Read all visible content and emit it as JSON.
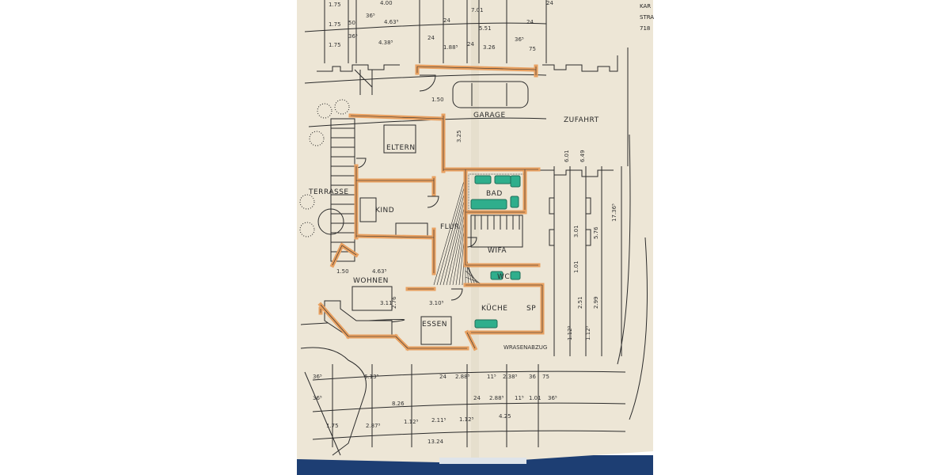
{
  "plan": {
    "rooms": [
      {
        "id": "garage",
        "label": "GARAGE"
      },
      {
        "id": "zufahrt",
        "label": "ZUFAHRT"
      },
      {
        "id": "eltern",
        "label": "ELTERN"
      },
      {
        "id": "bad",
        "label": "BAD"
      },
      {
        "id": "terrasse",
        "label": "TERRASSE"
      },
      {
        "id": "kind",
        "label": "KIND"
      },
      {
        "id": "flur",
        "label": "FLUR"
      },
      {
        "id": "wifa",
        "label": "WIFA"
      },
      {
        "id": "wc",
        "label": "WC"
      },
      {
        "id": "wohnen",
        "label": "WOHNEN"
      },
      {
        "id": "kueche",
        "label": "KÜCHE"
      },
      {
        "id": "sp",
        "label": "SP"
      },
      {
        "id": "essen",
        "label": "ESSEN"
      }
    ],
    "annotation": "WRASENABZUG",
    "header_fragments": [
      "KAR",
      "STRA",
      "718"
    ],
    "dimensions": [
      "1.75",
      "4.00",
      "7.01",
      "24",
      "1.75",
      "50",
      "36⁵",
      "4.63⁵",
      "24",
      "5.51",
      "24",
      "1.75",
      "36⁵",
      "4.38⁵",
      "24",
      "1.88⁵",
      "24",
      "3.26",
      "36⁵",
      "75",
      "1.50",
      "6.01",
      "6.49",
      "17.36⁵",
      "5.76",
      "3.01",
      "1.01",
      "2.51",
      "2.99",
      "1.12⁵",
      "1.12⁵",
      "3.25",
      "1.50",
      "4.63⁵",
      "3.10⁵",
      "3.11",
      "2.76",
      "36⁵",
      "6.13⁵",
      "24",
      "2.88⁵",
      "11⁵",
      "2.38⁵",
      "36",
      "75",
      "36⁵",
      "24",
      "2.88⁵",
      "11⁵",
      "1.01",
      "36⁵",
      "8.26",
      "1.75",
      "2.87⁵",
      "1.12⁵",
      "2.11⁵",
      "1.12⁵",
      "4.25",
      "13.24"
    ],
    "colors": {
      "paper": "#ede6d6",
      "wall": "#e8a060",
      "ink": "#2b2b2b",
      "fixture": "#2fae8c",
      "fabric": "#1d3e73"
    }
  }
}
